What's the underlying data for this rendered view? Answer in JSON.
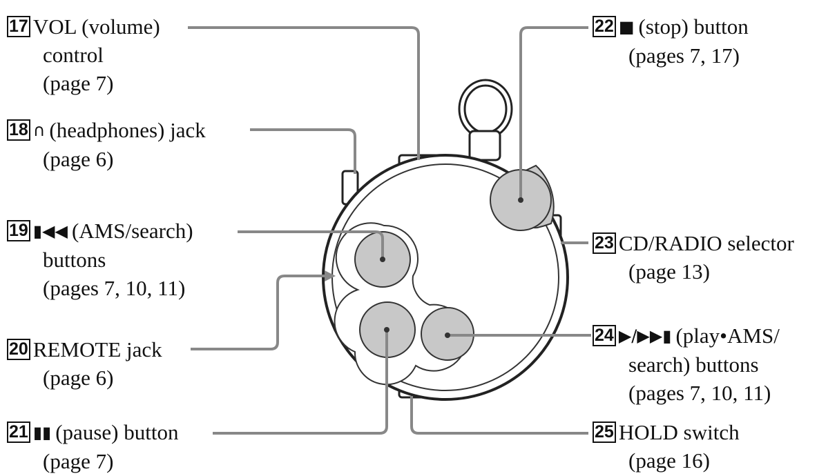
{
  "callouts": [
    {
      "id": "17",
      "symbol": "",
      "lines": [
        "VOL (volume)",
        "control",
        "(page 7)"
      ]
    },
    {
      "id": "18",
      "symbol": "headphones-icon",
      "lines": [
        "(headphones) jack",
        "(page 6)"
      ]
    },
    {
      "id": "19",
      "symbol": "ams-back-icon",
      "lines": [
        "(AMS/search)",
        "buttons",
        "(pages 7, 10, 11)"
      ]
    },
    {
      "id": "20",
      "symbol": "",
      "lines": [
        "REMOTE jack",
        "(page 6)"
      ]
    },
    {
      "id": "21",
      "symbol": "pause-icon",
      "lines": [
        "(pause) button",
        "(page 7)"
      ]
    },
    {
      "id": "22",
      "symbol": "stop-icon",
      "lines": [
        "(stop) button",
        "(pages 7, 17)"
      ]
    },
    {
      "id": "23",
      "symbol": "",
      "lines": [
        "CD/RADIO selector",
        "(page 13)"
      ]
    },
    {
      "id": "24",
      "symbol": "play-ams-icon",
      "lines": [
        "(play•AMS/",
        "search) buttons",
        "(pages 7, 10, 11)"
      ]
    },
    {
      "id": "25",
      "symbol": "",
      "lines": [
        "HOLD switch",
        "(page 16)"
      ]
    }
  ],
  "colors": {
    "button_fill": "#c8c8c8",
    "leader_line": "#888888",
    "outline": "#222222"
  }
}
